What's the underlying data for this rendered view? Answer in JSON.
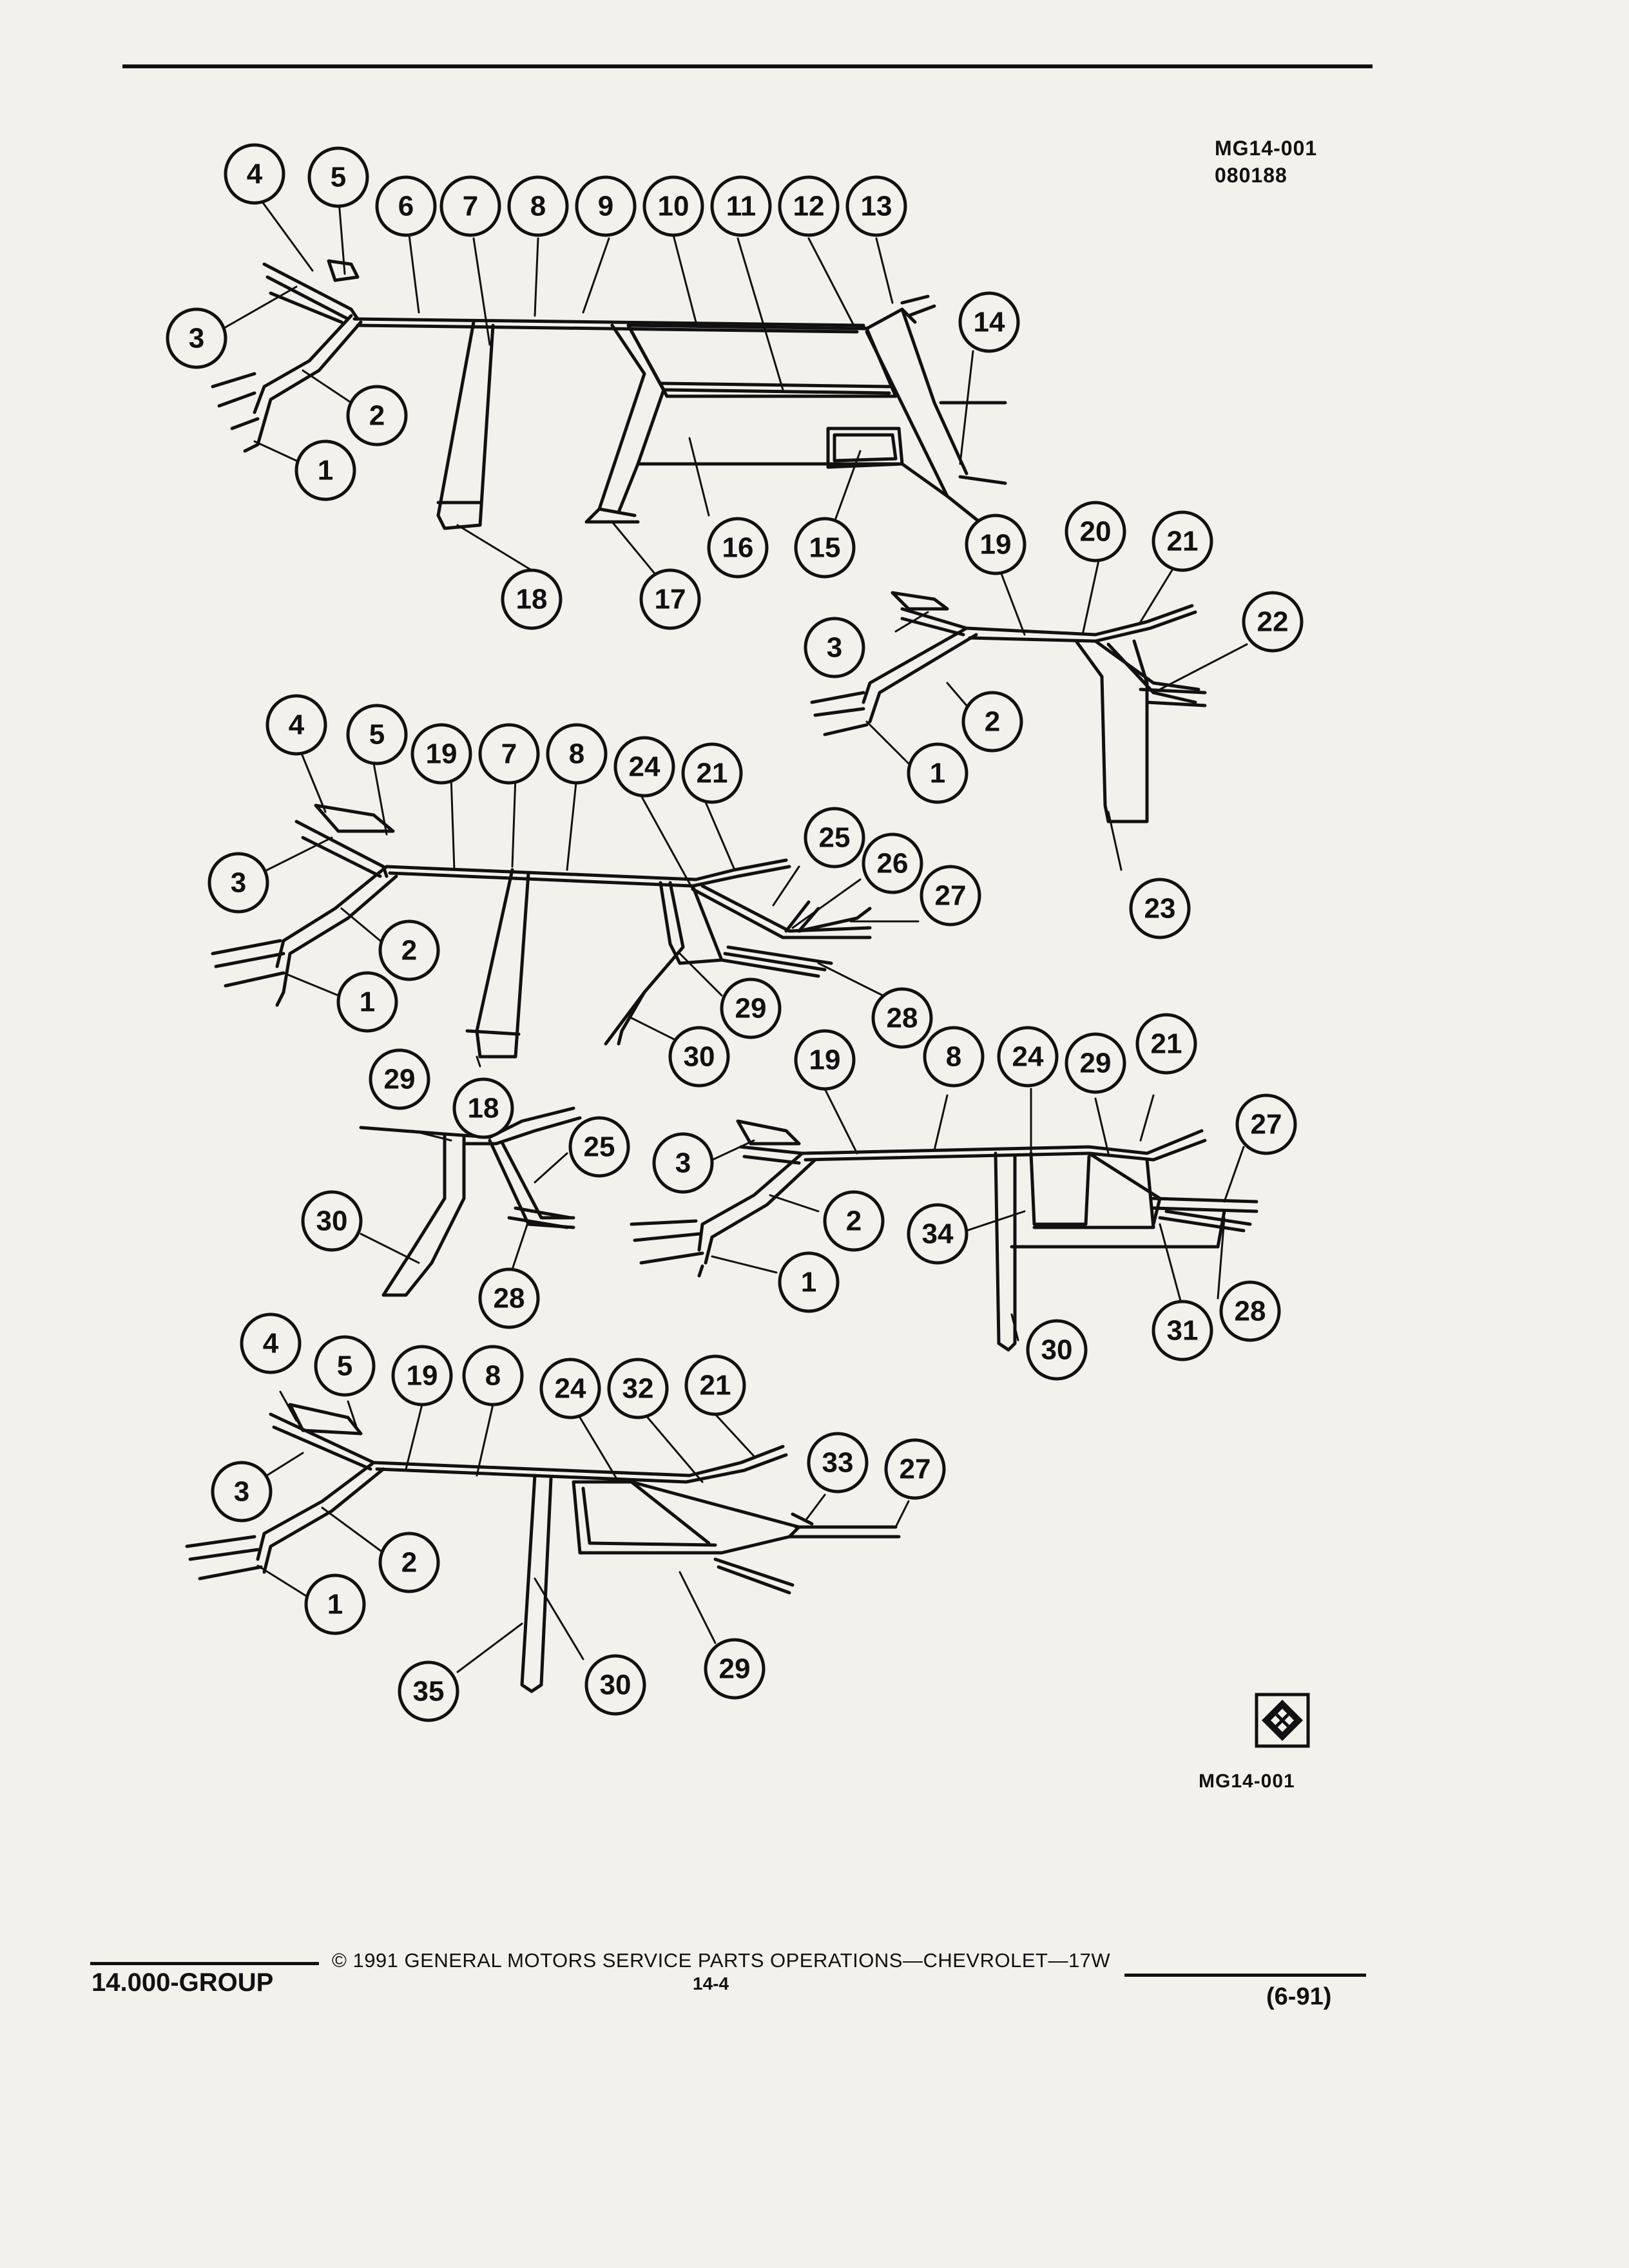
{
  "header": {
    "figure_code": "MG14-001",
    "date_code": "080188"
  },
  "figure_label": "MG14-001",
  "footer": {
    "group": "14.000-GROUP",
    "copyright": "© 1991 GENERAL MOTORS SERVICE PARTS OPERATIONS—CHEVROLET—17W",
    "page_number": "14-4",
    "revision": "(6-91)"
  },
  "callouts": {
    "view1": [
      "1",
      "2",
      "3",
      "4",
      "5",
      "6",
      "7",
      "8",
      "9",
      "10",
      "11",
      "12",
      "13",
      "14",
      "15",
      "16",
      "17",
      "18"
    ],
    "view2": [
      "1",
      "2",
      "3",
      "19",
      "20",
      "21",
      "22",
      "23"
    ],
    "view3": [
      "1",
      "2",
      "3",
      "4",
      "5",
      "19",
      "7",
      "8",
      "24",
      "21",
      "25",
      "26",
      "27",
      "28",
      "29",
      "30",
      "18"
    ],
    "view4": [
      "29",
      "25",
      "30",
      "28"
    ],
    "view5": [
      "1",
      "2",
      "3",
      "19",
      "8",
      "24",
      "29",
      "21",
      "27",
      "34",
      "30",
      "31",
      "28"
    ],
    "view6": [
      "1",
      "2",
      "3",
      "4",
      "5",
      "19",
      "8",
      "24",
      "32",
      "21",
      "33",
      "27",
      "35",
      "30",
      "29"
    ]
  }
}
